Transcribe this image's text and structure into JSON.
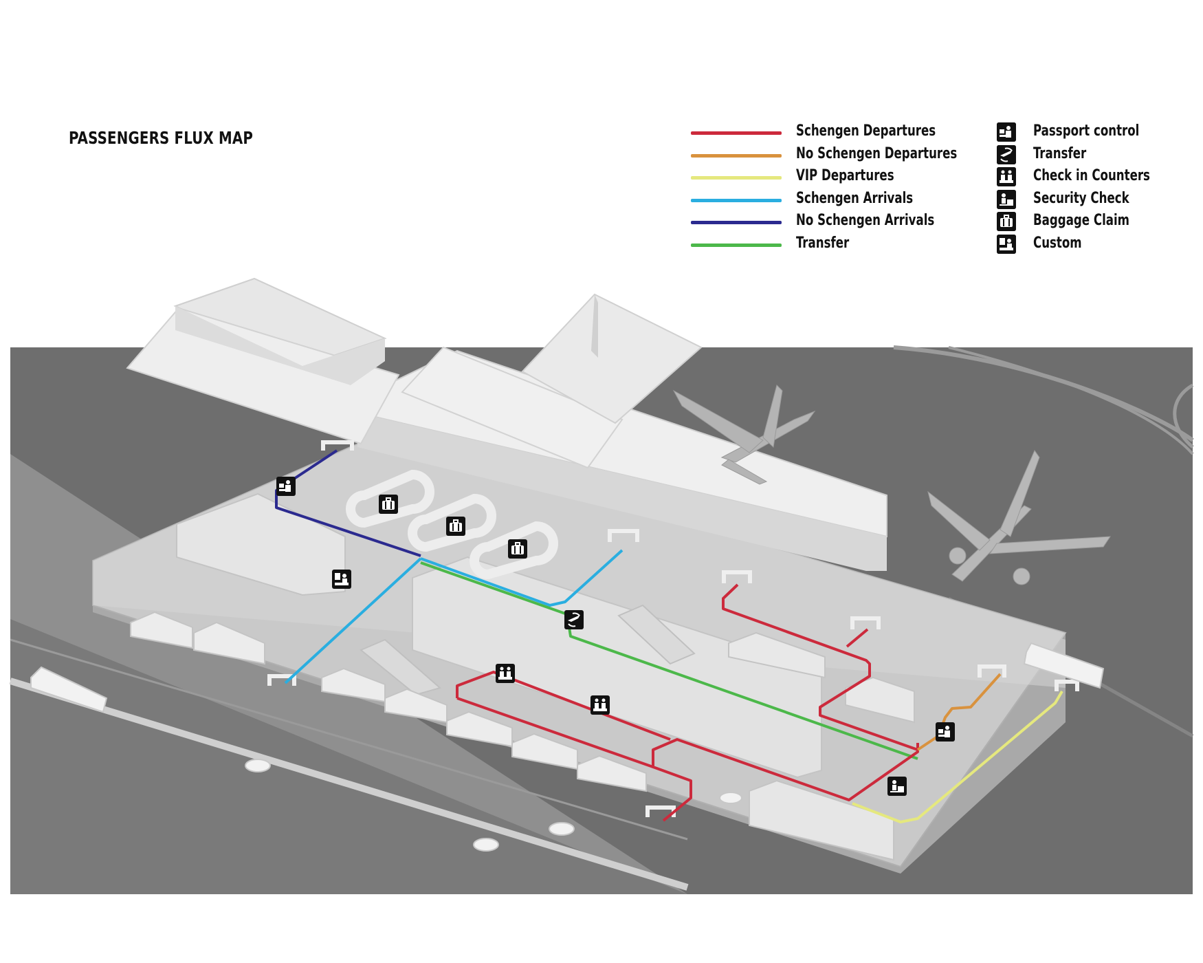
{
  "title": "PASSENGERS FLUX MAP",
  "legend": {
    "flows": [
      {
        "label": "Schengen Departures",
        "color": "#cc2a3c"
      },
      {
        "label": "No Schengen Departures",
        "color": "#d9923e"
      },
      {
        "label": "VIP Departures",
        "color": "#e5e87e"
      },
      {
        "label": "Schengen Arrivals",
        "color": "#2aaee0"
      },
      {
        "label": "No Schengen Arrivals",
        "color": "#2b2a8f"
      },
      {
        "label": "Transfer",
        "color": "#4cb84a"
      }
    ],
    "facilities": [
      {
        "label": "Passport control",
        "icon": "passport-control-icon"
      },
      {
        "label": "Transfer",
        "icon": "transfer-icon"
      },
      {
        "label": "Check in Counters",
        "icon": "check-in-counters-icon"
      },
      {
        "label": "Security Check",
        "icon": "security-check-icon"
      },
      {
        "label": "Baggage Claim",
        "icon": "baggage-claim-icon"
      },
      {
        "label": "Custom",
        "icon": "custom-icon"
      }
    ]
  }
}
